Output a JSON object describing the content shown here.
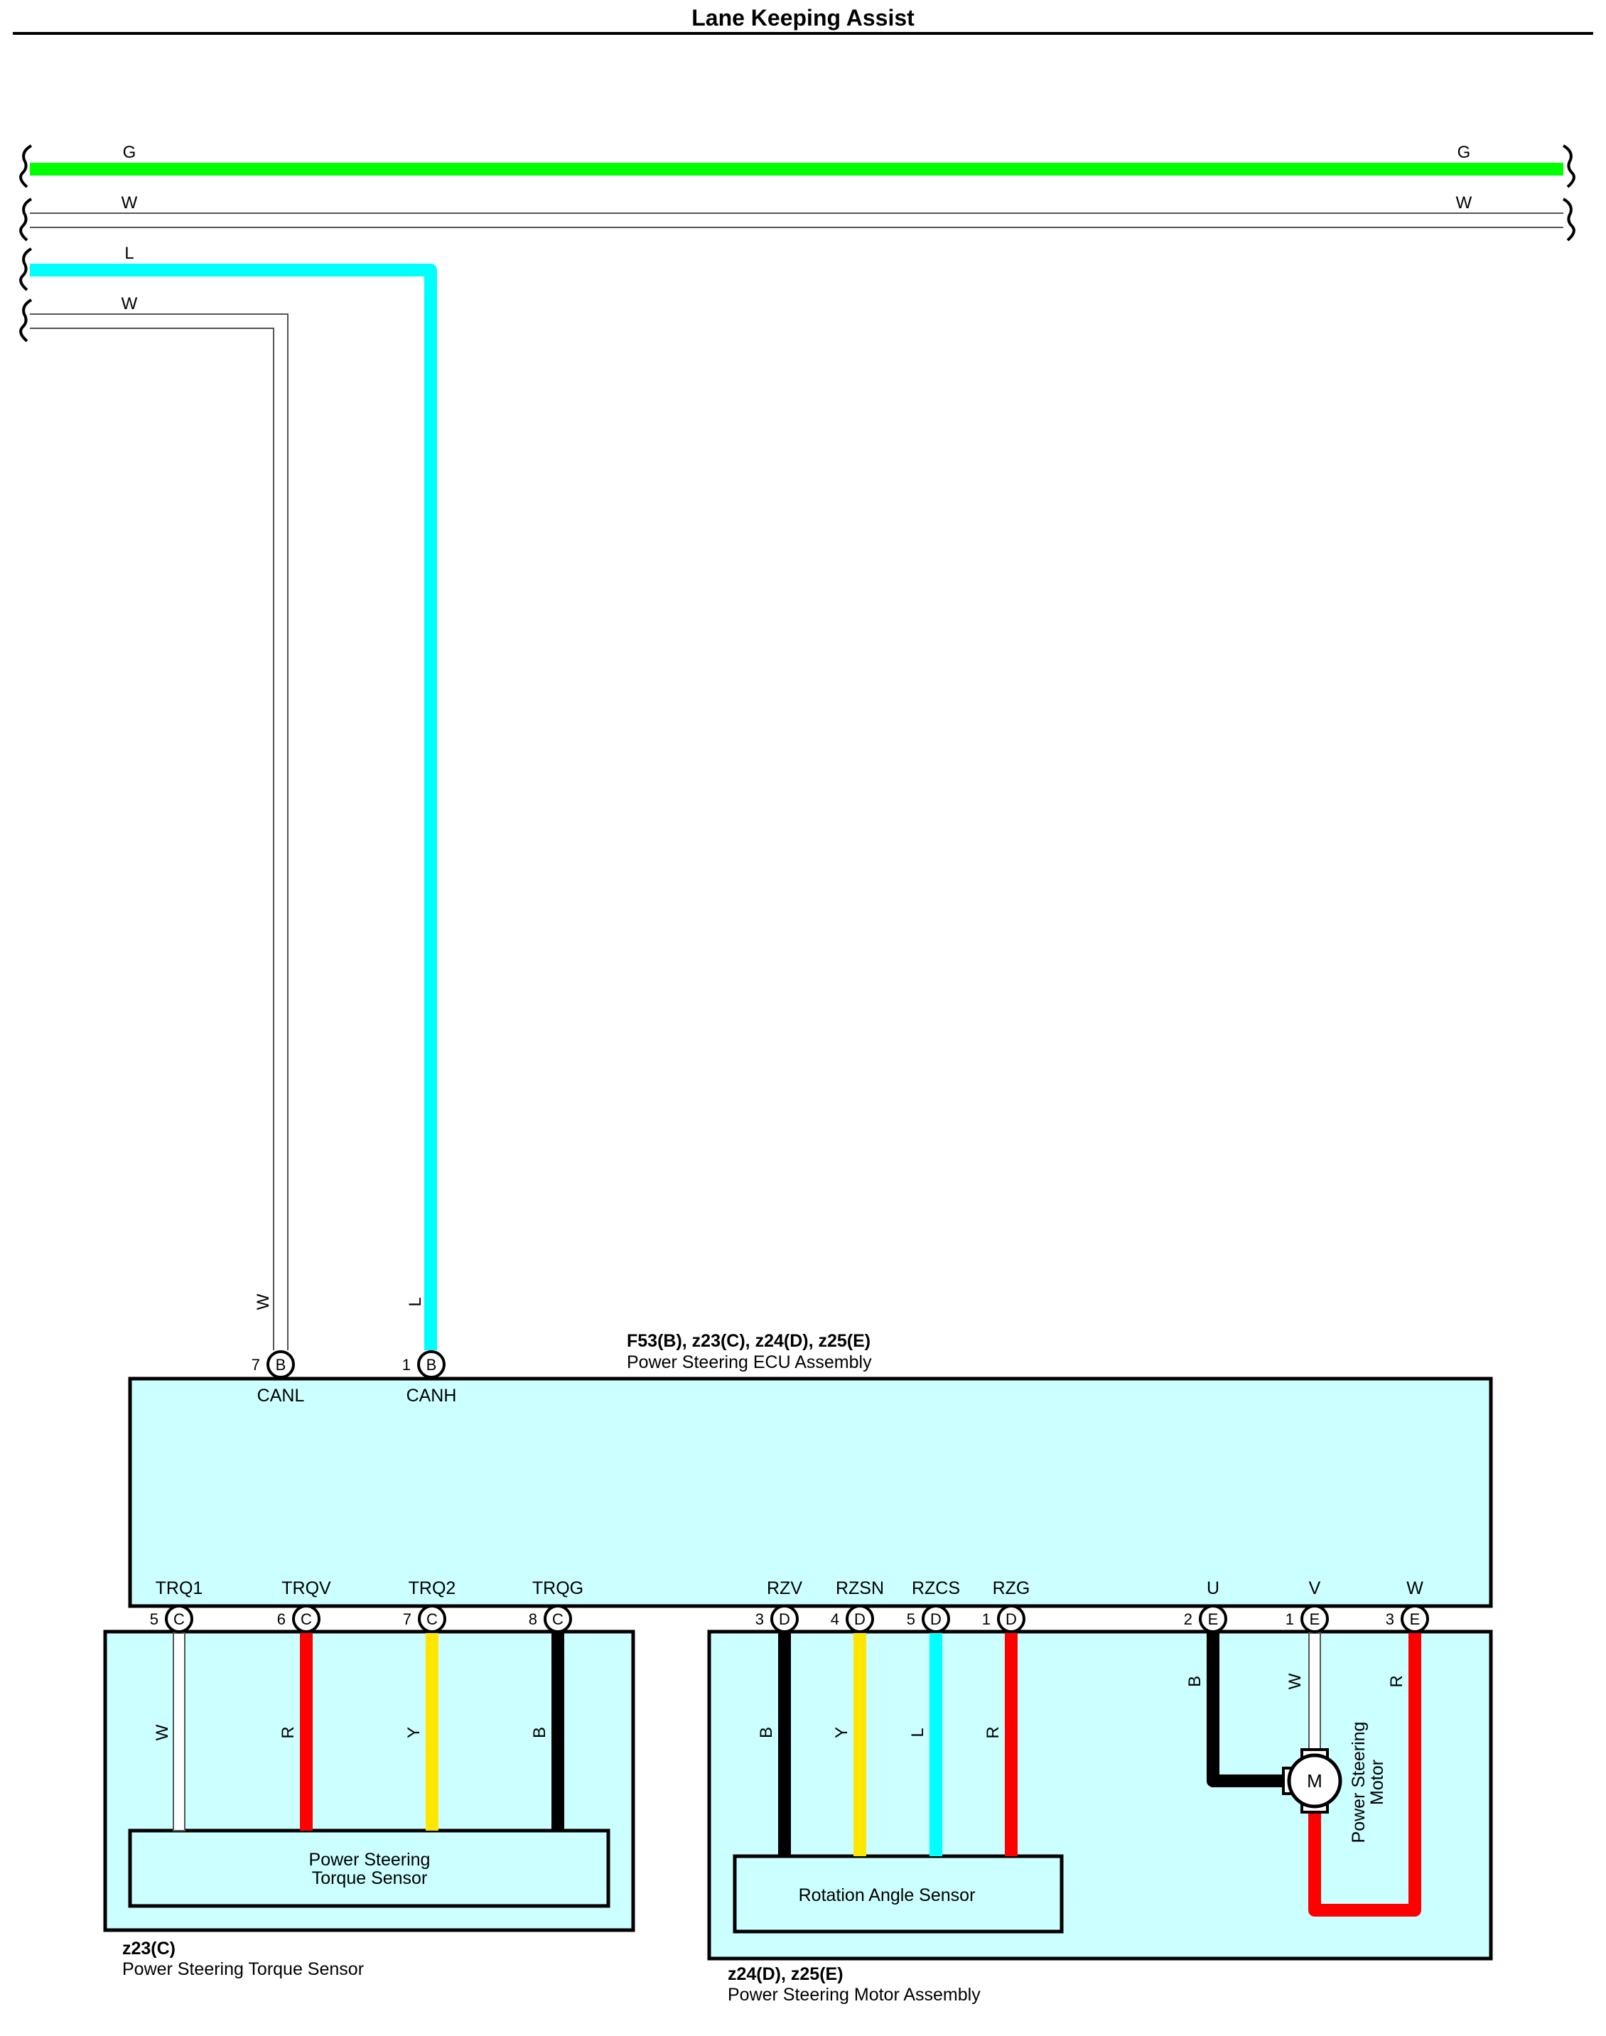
{
  "title": "Lane Keeping Assist",
  "colors": {
    "G": "#00ff00",
    "L": "#00ffff",
    "R": "#ff0000",
    "Y": "#ffe600",
    "B": "#000000",
    "W": "#ffffff",
    "box_fill": "#ccffff"
  },
  "bus_wires": [
    {
      "color": "G",
      "left_label": "G",
      "right_label": "G"
    },
    {
      "color": "W",
      "left_label": "W",
      "right_label": "W"
    },
    {
      "color": "L",
      "left_label": "L",
      "right_label": ""
    },
    {
      "color": "W",
      "left_label": "W",
      "right_label": ""
    }
  ],
  "ecu": {
    "connectors": "F53(B), z23(C), z24(D), z25(E)",
    "name": "Power Steering ECU Assembly",
    "top_pins": [
      {
        "num": "7",
        "conn": "B",
        "signal": "CANL",
        "wire": "W"
      },
      {
        "num": "1",
        "conn": "B",
        "signal": "CANH",
        "wire": "L"
      }
    ],
    "bottom_pins": [
      {
        "num": "5",
        "conn": "C",
        "signal": "TRQ1",
        "wire": "W"
      },
      {
        "num": "6",
        "conn": "C",
        "signal": "TRQV",
        "wire": "R"
      },
      {
        "num": "7",
        "conn": "C",
        "signal": "TRQ2",
        "wire": "Y"
      },
      {
        "num": "8",
        "conn": "C",
        "signal": "TRQG",
        "wire": "B"
      },
      {
        "num": "3",
        "conn": "D",
        "signal": "RZV",
        "wire": "B"
      },
      {
        "num": "4",
        "conn": "D",
        "signal": "RZSN",
        "wire": "Y"
      },
      {
        "num": "5",
        "conn": "D",
        "signal": "RZCS",
        "wire": "L"
      },
      {
        "num": "1",
        "conn": "D",
        "signal": "RZG",
        "wire": "R"
      },
      {
        "num": "2",
        "conn": "E",
        "signal": "U",
        "wire": "B"
      },
      {
        "num": "1",
        "conn": "E",
        "signal": "V",
        "wire": "W"
      },
      {
        "num": "3",
        "conn": "E",
        "signal": "W",
        "wire": "R"
      }
    ]
  },
  "torque_assembly": {
    "connector": "z23(C)",
    "name": "Power Steering Torque Sensor",
    "component_line1": "Power Steering",
    "component_line2": "Torque Sensor"
  },
  "motor_assembly": {
    "connector": "z24(D), z25(E)",
    "name": "Power Steering Motor Assembly",
    "rotation_sensor": "Rotation Angle Sensor",
    "motor_symbol": "M",
    "motor_line1": "Power Steering",
    "motor_line2": "Motor"
  }
}
